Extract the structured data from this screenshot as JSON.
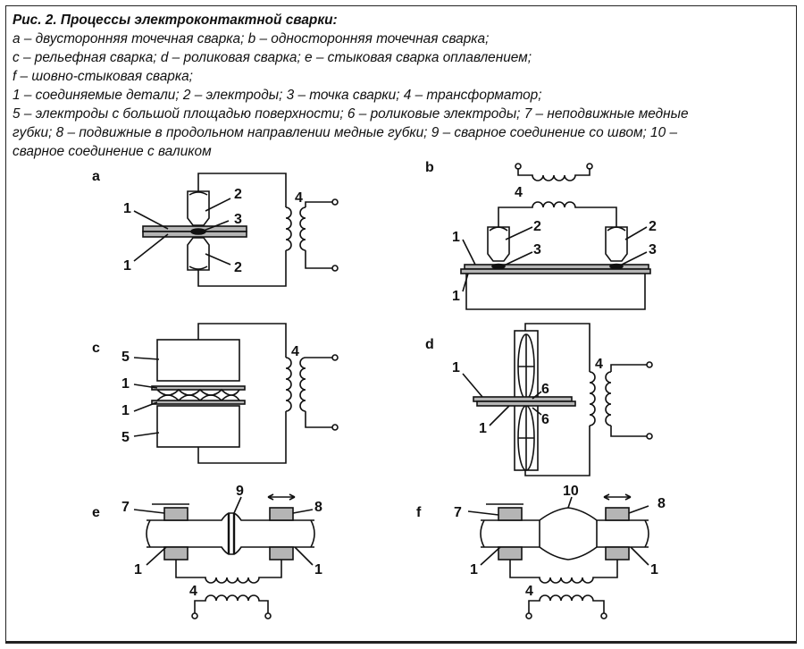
{
  "caption": {
    "title": "Рис. 2. Процессы электроконтактной сварки:",
    "lines": [
      "а – двусторонняя точечная сварка; b – односторонняя точечная сварка;",
      "с – рельефная сварка; d – роликовая сварка; е – стыковая сварка оплавлением;",
      "f – шовно-стыковая сварка;",
      "1 – соединяемые детали; 2 – электроды; 3 – точка сварки; 4 – трансформатор;",
      "5 – электроды с большой площадью поверхности; 6 – роликовые электроды; 7 – неподвижные медные",
      "губки; 8 – подвижные в продольном направлении медные губки; 9 – сварное соединение со швом; 10 –",
      "сварное соединение с валиком"
    ]
  },
  "panels": {
    "a": {
      "letter": "a",
      "labels": [
        "1",
        "1",
        "2",
        "2",
        "3",
        "4"
      ]
    },
    "b": {
      "letter": "b",
      "labels": [
        "1",
        "1",
        "2",
        "2",
        "3",
        "3",
        "4"
      ]
    },
    "c": {
      "letter": "c",
      "labels": [
        "5",
        "5",
        "1",
        "1",
        "4"
      ]
    },
    "d": {
      "letter": "d",
      "labels": [
        "1",
        "1",
        "6",
        "6",
        "4"
      ]
    },
    "e": {
      "letter": "e",
      "labels": [
        "7",
        "9",
        "8",
        "1",
        "1",
        "4"
      ]
    },
    "f": {
      "letter": "f",
      "labels": [
        "7",
        "10",
        "8",
        "1",
        "1",
        "4"
      ]
    }
  },
  "colors": {
    "ink": "#111111",
    "gray": "#b5b5b5",
    "paper": "#ffffff"
  }
}
